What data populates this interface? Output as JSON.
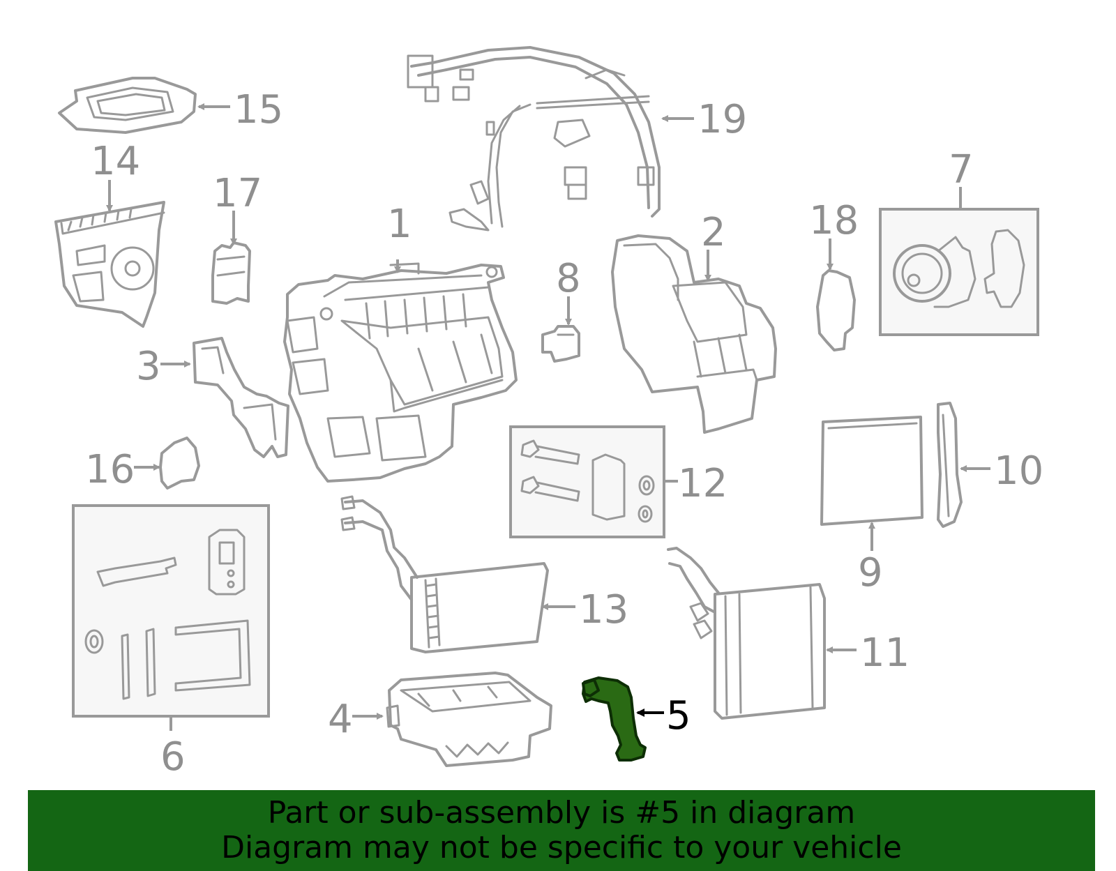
{
  "callouts": {
    "c1": "1",
    "c2": "2",
    "c3": "3",
    "c4": "4",
    "c5": "5",
    "c6": "6",
    "c7": "7",
    "c8": "8",
    "c9": "9",
    "c10": "10",
    "c11": "11",
    "c12": "12",
    "c13": "13",
    "c14": "14",
    "c15": "15",
    "c16": "16",
    "c17": "17",
    "c18": "18",
    "c19": "19"
  },
  "highlight": {
    "part_number": "5",
    "color": "#2a6a14"
  },
  "banner": {
    "line1": "Part or sub-assembly is #5 in diagram",
    "line2": "Diagram may not be specific to your vehicle",
    "background": "#146614"
  }
}
